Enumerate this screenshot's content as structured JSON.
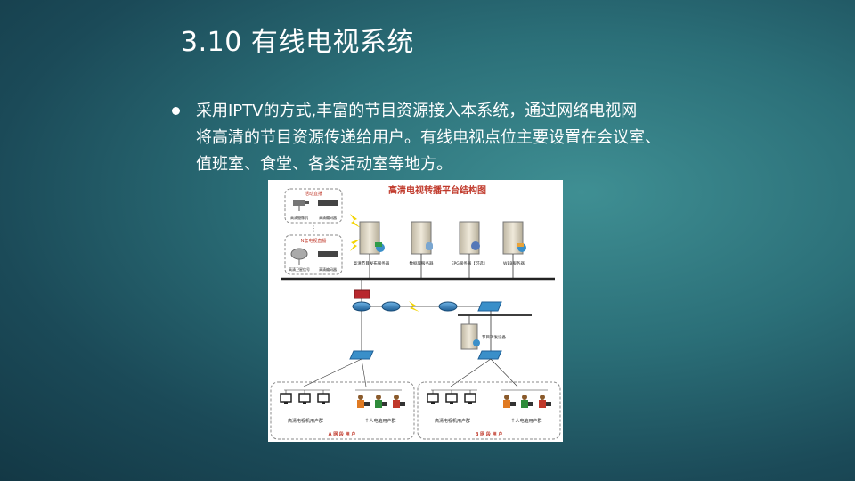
{
  "slide": {
    "title": "3.10 有线电视系统",
    "bullet_lines": [
      "采用IPTV的方式,丰富的节目资源接入本系统，通过网络电视网",
      "将高清的节目资源传递给用户。有线电视点位主要设置在会议室、",
      "值班室、食堂、各类活动室等地方。"
    ]
  },
  "diagram": {
    "title": "高清电视转播平台结构图",
    "source_top": {
      "label": "活动直播",
      "camera_label": "高清摄像机",
      "encoder_label": "高清编码器"
    },
    "source_bottom": {
      "label": "N套电视直播",
      "satellite_label": "高清卫星信号",
      "encoder_label": "高清编码器"
    },
    "servers": [
      "高清节目发布服务器",
      "数据库服务器",
      "EPG服务器【可选】",
      "WEB服务器"
    ],
    "relay_label": "节目转发设备",
    "group_a": {
      "tv_label": "高清电视机用户群",
      "pc_label": "个人电脑用户群",
      "segment_label": "A 网 段 用 户"
    },
    "group_b": {
      "tv_label": "高清电视机用户群",
      "pc_label": "个人电脑用户群",
      "segment_label": "B 网 段 用 户"
    },
    "colors": {
      "title": "#c0392b",
      "segment_label": "#c0392b",
      "switch": "#3a8fc9",
      "router": "#2f6fa3",
      "firewall": "#b8282e",
      "server": "#d9d2c0",
      "lightning": "#f3d400",
      "backbone": "#222222"
    }
  }
}
